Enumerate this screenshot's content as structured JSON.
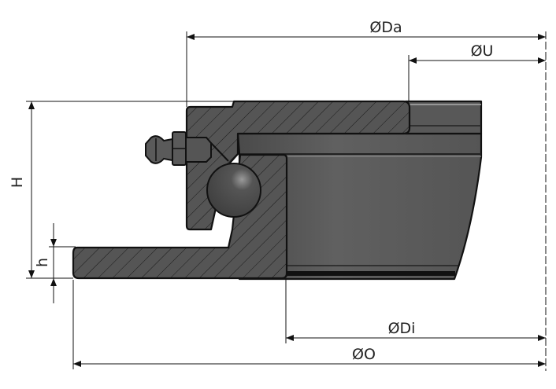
{
  "labels": {
    "Da": "ØDa",
    "U": "ØU",
    "H": "H",
    "h": "h",
    "Di": "ØDi",
    "O": "ØO"
  },
  "colors": {
    "ring": "#555555",
    "body": "#5c5c5c",
    "line": "#111111"
  }
}
